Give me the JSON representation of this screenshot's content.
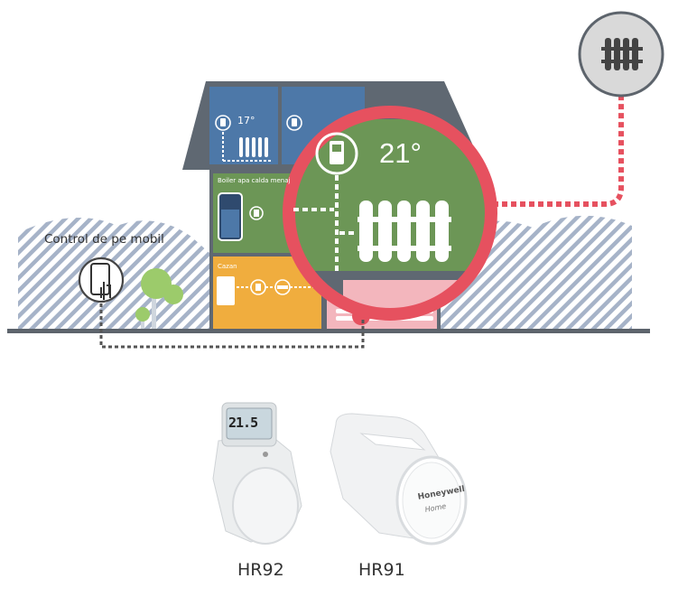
{
  "labels": {
    "mobile_control": "Control de pe mobil",
    "boiler": "Boiler apa calda menaj",
    "cazan": "Cazan",
    "room_temp_small": "17°",
    "room_temp_big": "21°"
  },
  "products": [
    {
      "name": "HR92",
      "display": "21.5"
    },
    {
      "name": "HR91",
      "brand": "Honeywell",
      "brand_sub": "Home"
    }
  ],
  "colors": {
    "roof": "#5f6872",
    "room_blue": "#4d78a8",
    "room_green": "#6c9656",
    "room_yellow": "#f0ad3e",
    "room_pink": "#f3b6bd",
    "magnifier_ring": "#e6515f",
    "ground": "#5d646c",
    "hatch": "#a6b3c8",
    "tree": "#9ccb6b"
  },
  "icons": [
    "radiator-icon",
    "thermostat-icon",
    "phone-tap-icon",
    "tree-icon"
  ]
}
